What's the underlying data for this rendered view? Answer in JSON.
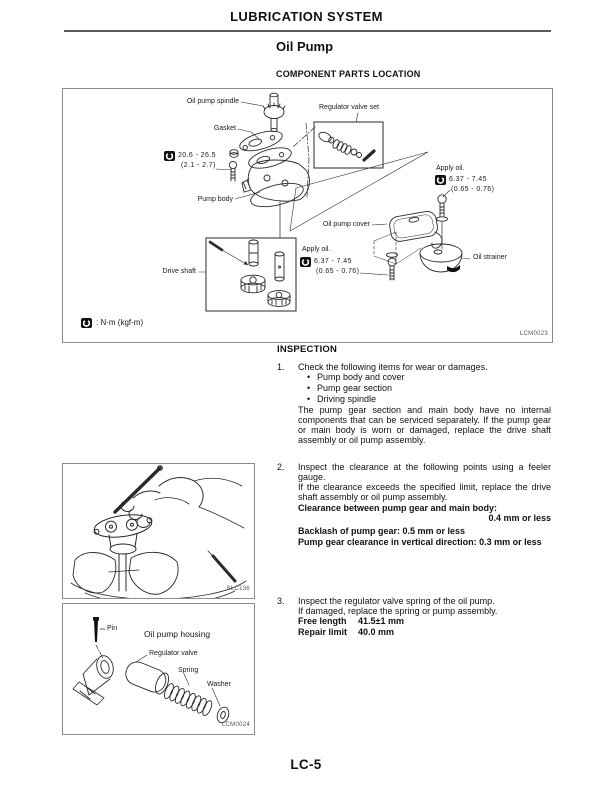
{
  "page": {
    "header_title": "LUBRICATION SYSTEM",
    "section_title": "Oil Pump",
    "subsection_title": "COMPONENT PARTS LOCATION",
    "page_number": "LC-5"
  },
  "diagram": {
    "figure_code": "LCM0023",
    "labels": {
      "oil_pump_spindle": "Oil pump spindle",
      "gasket": "Gasket",
      "pump_body": "Pump body",
      "regulator_valve_set": "Regulator valve set",
      "oil_pump_cover": "Oil pump cover",
      "drive_shaft": "Drive shaft",
      "oil_strainer": "Oil strainer"
    },
    "torque_pump_body": {
      "nm": "20.6 - 26.5",
      "kgf": "(2.1 - 2.7)"
    },
    "apply_oil_right": {
      "label": "Apply oil.",
      "nm": "6.37 - 7.45",
      "kgf": "(0.65 - 0.76)"
    },
    "apply_oil_left": {
      "label": "Apply oil.",
      "nm": "6.37 - 7.45",
      "kgf": "(0.65 - 0.76)"
    },
    "legend": ": N·m (kgf-m)",
    "icon_meaning": "torque-wrench-icon",
    "line_color": "#2a2a2a"
  },
  "inspection": {
    "heading": "INSPECTION",
    "item1": {
      "number": "1.",
      "text": "Check the following items for wear or damages.",
      "bullet_char": "•",
      "bullets": [
        "Pump body and cover",
        "Pump gear section",
        "Driving spindle"
      ],
      "note": "The pump gear section and main body have no internal components that can be serviced separately. If the pump gear or main body is worn or damaged, replace the drive shaft assembly or oil pump assembly."
    },
    "item2": {
      "number": "2.",
      "para1": "Inspect the clearance at the following points using a feeler gauge.",
      "para2": "If the clearance exceeds the specified limit, replace the drive shaft assembly or oil pump assembly.",
      "spec1_label": "Clearance between pump gear and main body:",
      "spec1_value": "0.4 mm or less",
      "spec2": "Backlash of pump gear: 0.5 mm or less",
      "spec3": "Pump gear clearance in vertical direction: 0.3 mm or less"
    },
    "item3": {
      "number": "3.",
      "para1": "Inspect the regulator valve spring of the oil pump.",
      "para2": "If damaged, replace the spring or pump assembly.",
      "spec1_label": "Free length",
      "spec1_value": "41.5±1 mm",
      "spec2_label": "Repair limit",
      "spec2_value": "40.0 mm"
    }
  },
  "figure_hand": {
    "figure_code": "SLC136"
  },
  "figure_housing": {
    "figure_code": "LCM0024",
    "title": "Oil pump housing",
    "labels": {
      "pin": "Pin",
      "regulator_valve": "Regulator valve",
      "spring": "Spring",
      "washer": "Washer"
    }
  }
}
